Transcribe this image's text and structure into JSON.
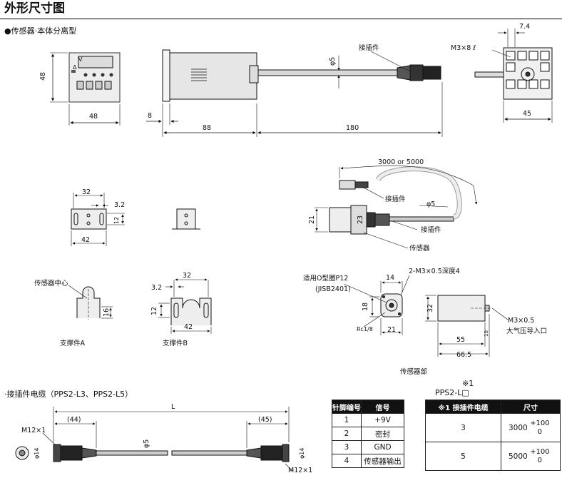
{
  "page_title": "外形尺寸图",
  "section_main": "●传感器·本体分离型",
  "section_cable": "·接插件电缆（PPS2-L3、PPS2-L5）",
  "display": {
    "indicator_1": "V",
    "indicator_2": "Δ"
  },
  "dims": {
    "front_height": "48",
    "front_width": "48",
    "side_8": "8",
    "side_88": "88",
    "cable_180": "180",
    "phi5_top": "φ5",
    "connector_label_top": "接插件",
    "back_74": "7.4",
    "back_m3": "M3×8 ℓ",
    "back_45": "45",
    "cable_len": "3000 or 5000",
    "connector_a": "接插件",
    "phi5_loop": "φ5",
    "connector_b": "接插件",
    "sensor_label": "传感器",
    "sensor_21": "21",
    "sensor_23": "23",
    "mount_32": "32",
    "mount_32_dim": "3.2",
    "mount_12": "12",
    "mount_42": "42",
    "bracket_a_center": "传感器中心",
    "bracket_a_16": "16",
    "bracket_a_name": "支撑件A",
    "bracket_b_32": "32",
    "bracket_b_32d": "3.2",
    "bracket_b_12": "12",
    "bracket_b_42": "42",
    "bracket_b_name": "支撑件B",
    "oring": "适用O型圈P12",
    "jis": "(JISB2401)",
    "port_14": "14",
    "m3_depth": "2-M3×0.5深度4",
    "port_18": "18",
    "rc": "Rc1/8",
    "port_21": "21",
    "s_32": "32",
    "s_m3": "M3×0.5",
    "s_atm": "大气压导入口",
    "s_10": "10",
    "s_55": "55",
    "s_665": "66.5",
    "sensor_part": "传感器部",
    "cable_L": "L",
    "cable_44": "(44)",
    "cable_45": "(45)",
    "cable_m12a": "M12×1",
    "cable_m12b": "M12×1",
    "cable_phi5": "φ5",
    "cable_phi14a": "φ14",
    "cable_phi14b": "φ14"
  },
  "pin_table": {
    "headers": [
      "针脚编号",
      "信号"
    ],
    "rows": [
      {
        "pin": "1",
        "signal": "+9V"
      },
      {
        "pin": "2",
        "signal": "密封"
      },
      {
        "pin": "3",
        "signal": "GND"
      },
      {
        "pin": "4",
        "signal": "传感器输出"
      }
    ]
  },
  "size_table": {
    "note_mark": "※1",
    "model": "PPS2-L□",
    "headers": [
      "※1 接插件电缆",
      "尺寸"
    ],
    "rows": [
      {
        "cable": "3",
        "size": "3000",
        "tol_plus": "+100",
        "tol_minus": "0"
      },
      {
        "cable": "5",
        "size": "5000",
        "tol_plus": "+100",
        "tol_minus": "0"
      }
    ]
  }
}
